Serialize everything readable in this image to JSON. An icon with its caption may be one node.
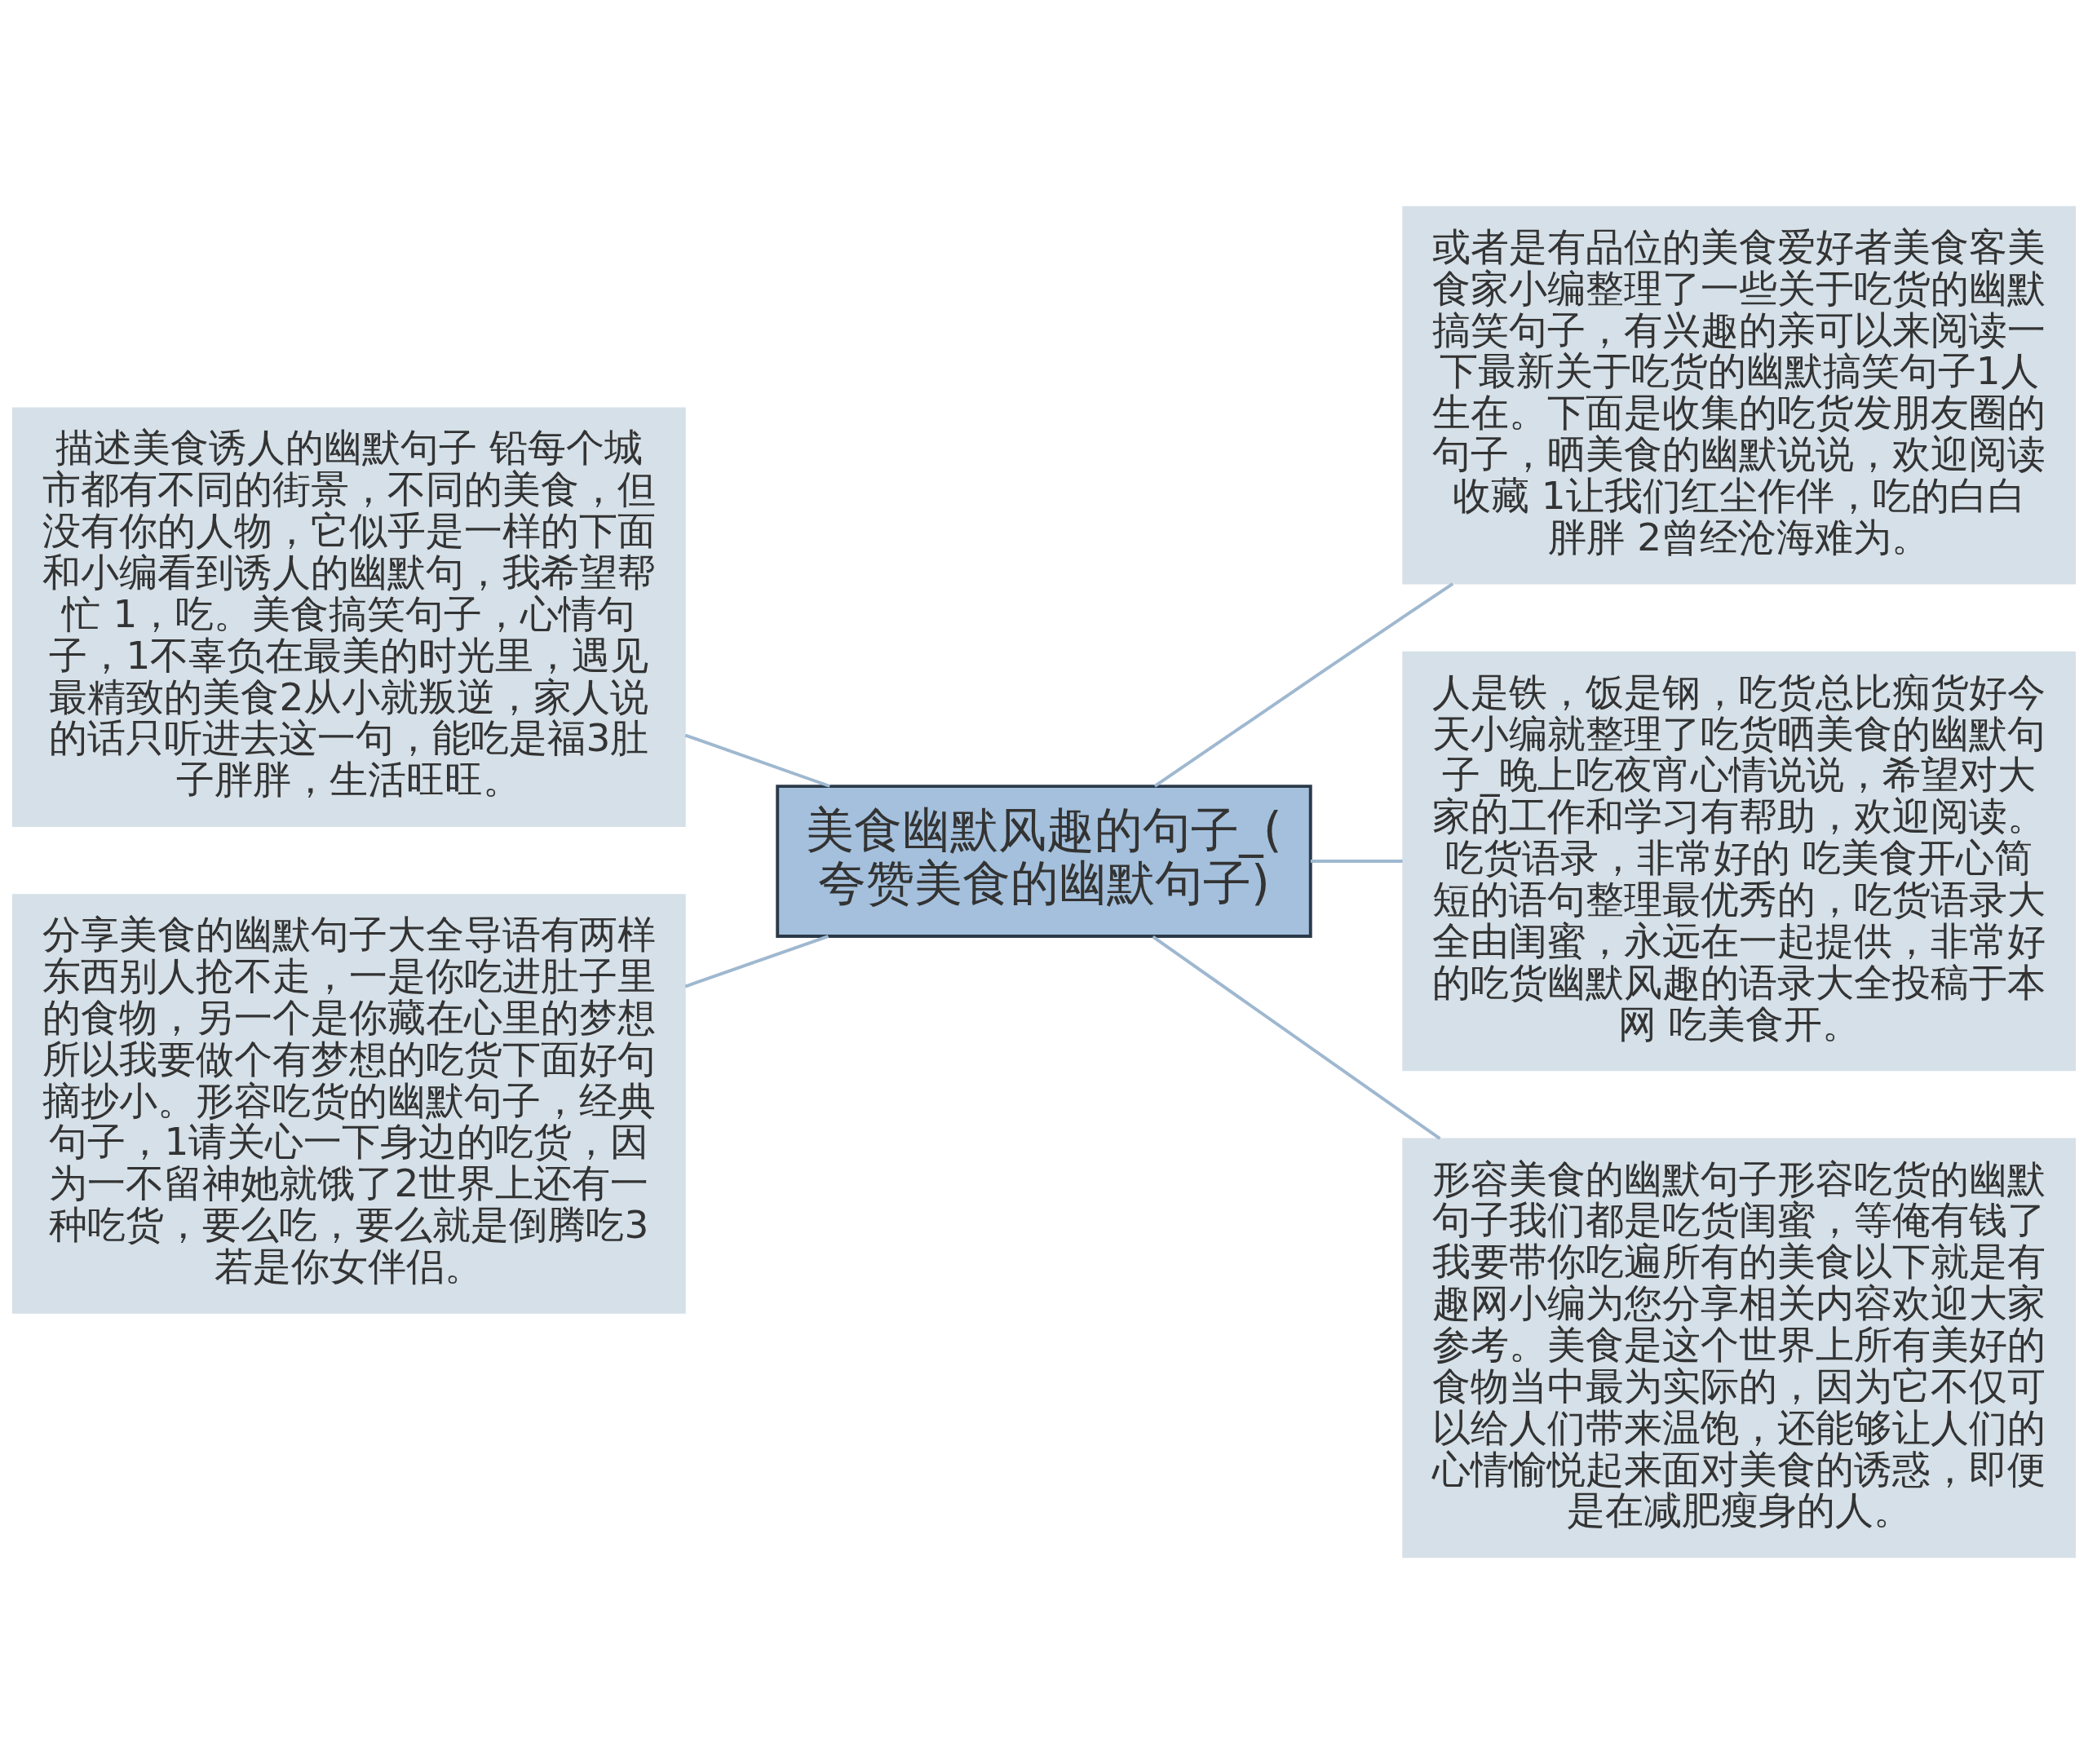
{
  "diagram": {
    "nodes": [
      {
        "text": [
          "美食幽默风趣的句子_(夸赞美食的幽默句子)"
        ]
      },
      {
        "text": [
          "描述美食诱人的幽默句子 铅每个城市都有不同的街景，不同的美食，但没有你的人物，它似乎是一样的下面和小编看到诱人的幽默句，我希望帮忙 1，吃。美食搞笑句子，心情句子，1不辜负在最美的时光里，遇见最精致的美食2从小就叛逆，家人说的话只听进去这一句，能吃是福3肚子胖胖，生活旺旺。"
        ]
      },
      {
        "text": [
          "分享美食的幽默句子大全导语有两样东西别人抢不走，一是你吃进肚子里的食物，另一个是你藏在心里的梦想所以我要做个有梦想的吃货下面好句摘抄小。形容吃货的幽默句子，经典句子，1请关心一下身边的吃货，因为一不留神她就饿了2世界上还有一种吃货，要么吃，要么就是倒腾吃3若是你女伴侣。"
        ]
      },
      {
        "text": [
          "或者是有品位的美食爱好者美食客美食家小编整理了一些关于吃货的幽默搞笑句子，有兴趣的亲可以来阅读一下最新关于吃货的幽默搞笑句子1人生在。下面是收集的吃货发朋友圈的句子，晒美食的幽默说说，欢迎阅读收藏 1让我们红尘作伴，吃的白白胖胖 2曾经沧海难为。"
        ]
      },
      {
        "text": [
          "人是铁，饭是钢，吃货总比痴货好今天小编就整理了吃货晒美食的幽默句子_晚上吃夜宵心情说说，希望对大家的工作和学习有帮助，欢迎阅读。吃货语录，非常好的 吃美食开心简短的语句整理最优秀的，吃货语录大全由闺蜜，永远在一起提供，非常好的吃货幽默风趣的语录大全投稿于本网 吃美食开。"
        ]
      },
      {
        "text": [
          "形容美食的幽默句子形容吃货的幽默句子我们都是吃货闺蜜，等俺有钱了我要带你吃遍所有的美食以下就是有趣网小编为您分享相关内容欢迎大家参考。美食是这个世界上所有美好的食物当中最为实际的，因为它不仅可以给人们带来温饱，还能够让人们的心情愉悦起来面对美食的诱惑，即便是在减肥瘦身的人。"
        ]
      }
    ],
    "edges": [
      {
        "from": 0,
        "to": 1,
        "arrow": "none"
      },
      {
        "from": 0,
        "to": 2,
        "arrow": "none"
      },
      {
        "from": 0,
        "to": 3,
        "arrow": "none"
      },
      {
        "from": 0,
        "to": 4,
        "arrow": "none"
      },
      {
        "from": 0,
        "to": 5,
        "arrow": "none"
      }
    ]
  }
}
